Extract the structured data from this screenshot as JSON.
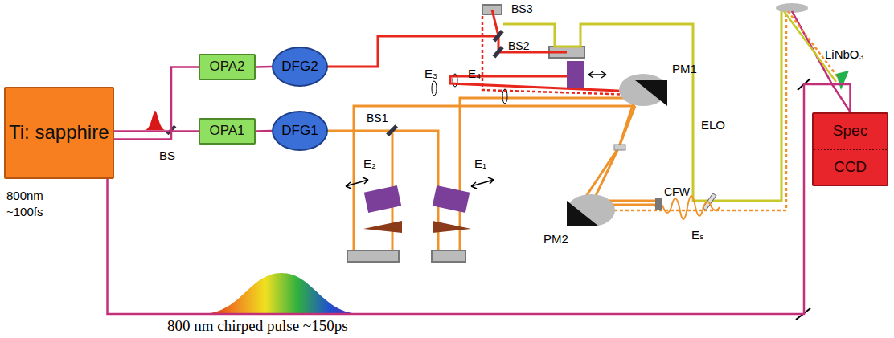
{
  "diagram": {
    "nodes": [
      {
        "text": [
          "Ti: sapphire"
        ]
      },
      {
        "text": [
          "OPA2"
        ]
      },
      {
        "text": [
          "DFG2"
        ]
      },
      {
        "text": [
          "OPA1"
        ]
      },
      {
        "text": [
          "DFG1"
        ]
      },
      {
        "text": [
          "Spec",
          "CCD"
        ]
      }
    ],
    "edges": [
      {
        "from": 0,
        "to": 1,
        "arrow": "none"
      },
      {
        "from": 0,
        "to": 3,
        "arrow": "none"
      },
      {
        "from": 1,
        "to": 2,
        "arrow": "none"
      },
      {
        "from": 3,
        "to": 4,
        "arrow": "none"
      },
      {
        "from": 0,
        "to": 5,
        "arrow": "none"
      }
    ],
    "labels": [
      "800nm",
      "~100fs",
      "BS",
      "BS3",
      "BS2",
      "E₃",
      "E₄",
      "ELO",
      "PM1",
      "BS1",
      "E₂",
      "E₁",
      "CFW",
      "LiNbO₃",
      "PM2",
      "Eₛ",
      "800 nm chirped pulse ~150ps"
    ]
  }
}
